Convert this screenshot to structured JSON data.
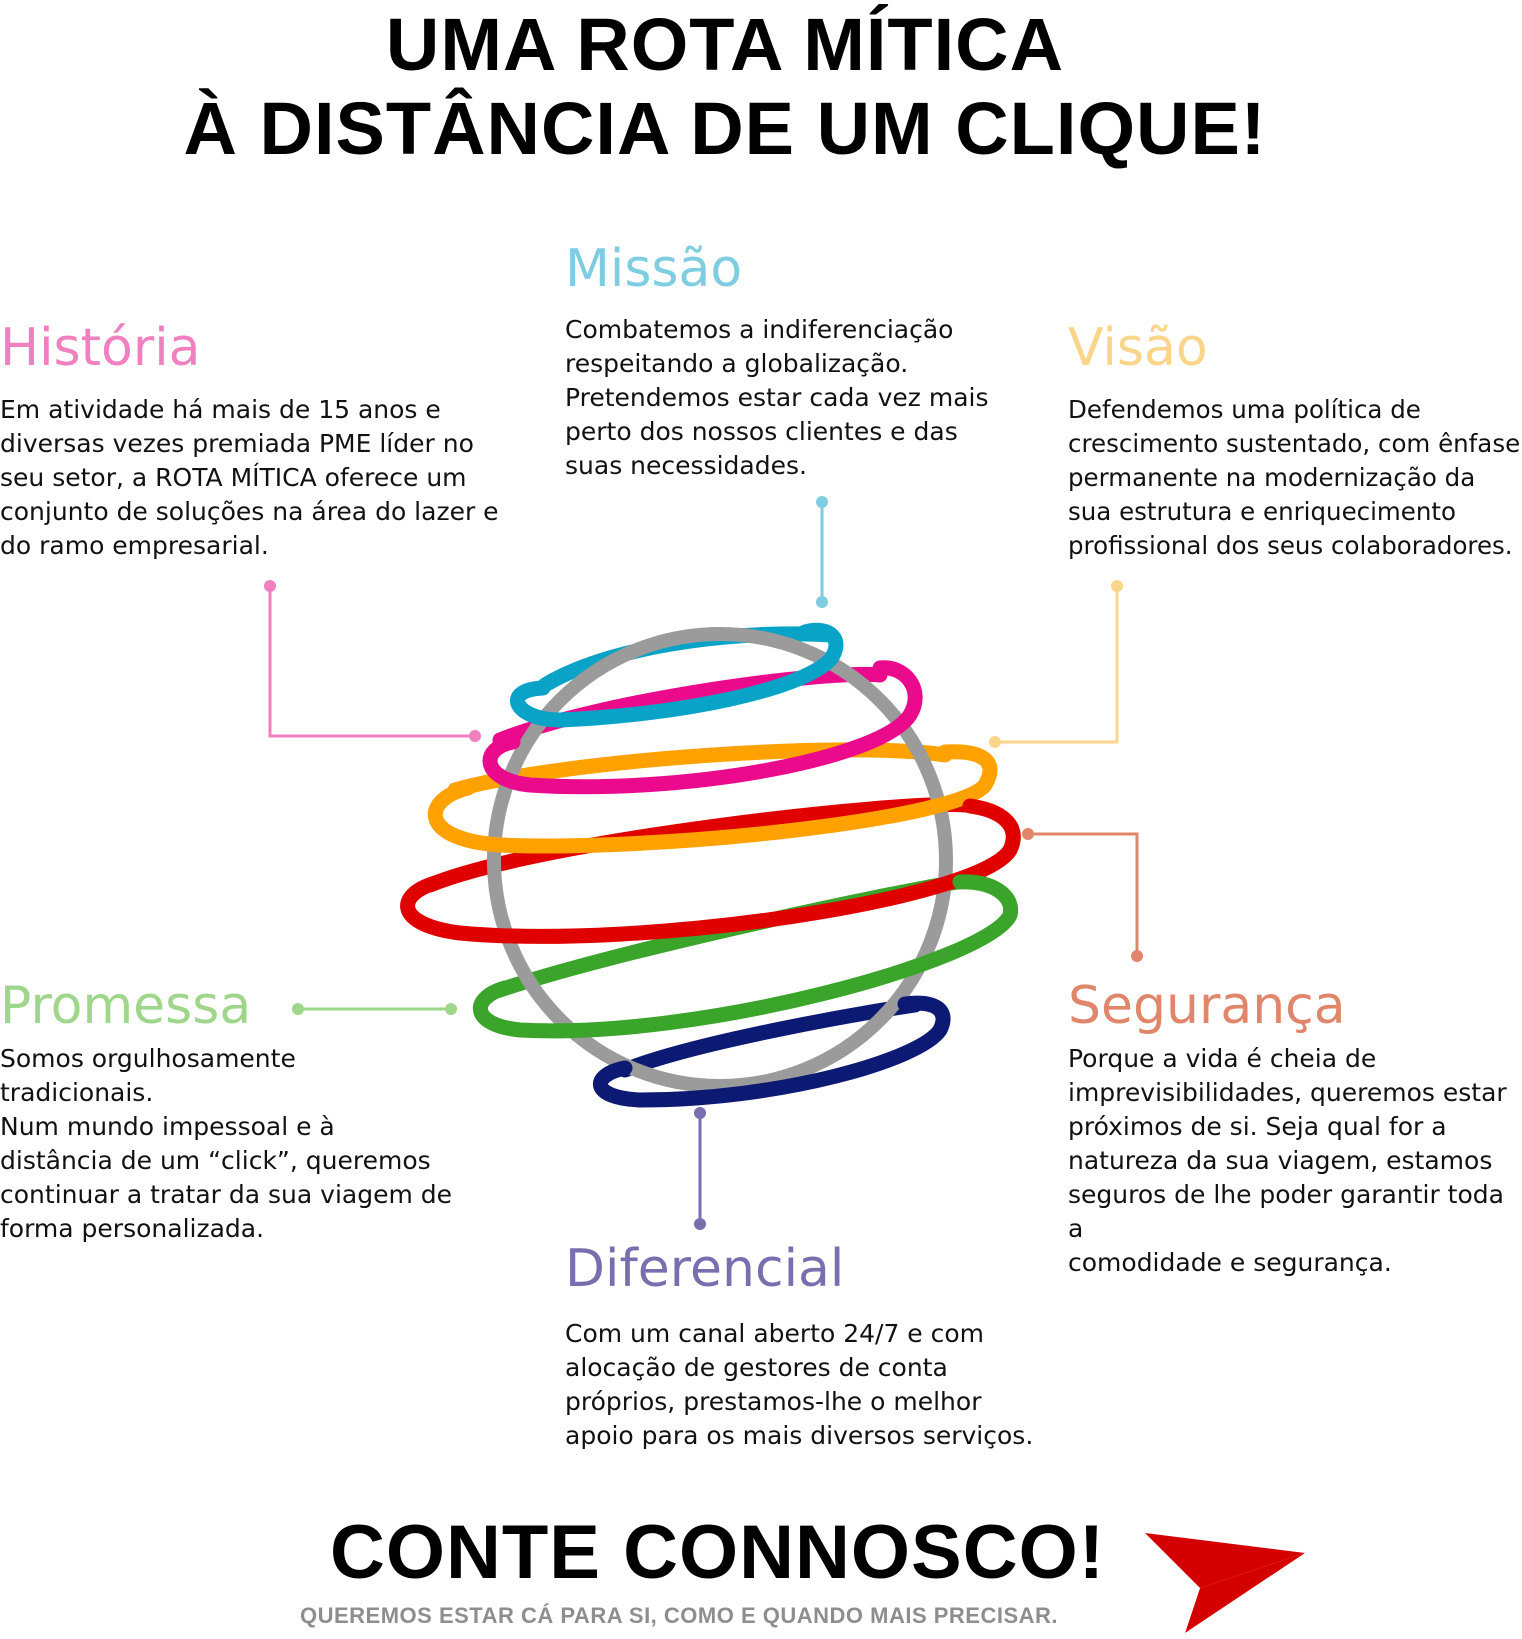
{
  "title": {
    "line1": "UMA ROTA MÍTICA",
    "line2": "À DISTÂNCIA DE UM CLIQUE!"
  },
  "sections": {
    "historia": {
      "heading": "História",
      "color": "#f080c0",
      "text": "Em atividade há mais de 15 anos e\ndiversas vezes premiada PME líder no\nseu setor, a ROTA MÍTICA oferece um\nconjunto de soluções na área do lazer e\ndo ramo empresarial."
    },
    "missao": {
      "heading": "Missão",
      "color": "#7fcde0",
      "text": "Combatemos a indiferenciação\nrespeitando a globalização.\nPretendemos estar cada vez mais\nperto dos nossos clientes e das\nsuas necessidades."
    },
    "visao": {
      "heading": "Visão",
      "color": "#fbd58a",
      "text": "Defendemos uma política de\ncrescimento sustentado, com ênfase\npermanente na modernização da\nsua estrutura e enriquecimento\nprofissional dos seus colaboradores."
    },
    "promessa": {
      "heading": "Promessa",
      "color": "#9fd68c",
      "text": "Somos orgulhosamente\ntradicionais.\nNum mundo impessoal e à\ndistância de um “click”, queremos\ncontinuar a tratar da sua viagem de\nforma personalizada."
    },
    "seguranca": {
      "heading": "Segurança",
      "color": "#e0866a",
      "text": "Porque a vida é cheia de\nimprevisibilidades, queremos estar\npróximos de si. Seja qual for a\nnatureza da sua viagem, estamos\nseguros de lhe poder garantir toda a\ncomodidade e segurança."
    },
    "diferencial": {
      "heading": "Diferencial",
      "color": "#7a6fae",
      "text": "Com um canal aberto 24/7 e com\nalocação de gestores de conta\npróprios, prestamos-lhe o melhor\napoio para os mais diversos serviços."
    }
  },
  "globe": {
    "circle_color": "#9b9b9b",
    "ring_colors": [
      "#0aa3c8",
      "#ec0a8c",
      "#ffa200",
      "#e00000",
      "#3aa52a",
      "#0d1a73"
    ]
  },
  "footer": {
    "cta": "CONTE CONNOSCO!",
    "tagline": "QUEREMOS ESTAR CÁ PARA SI, COMO E QUANDO MAIS PRECISAR.",
    "logo_color": "#d40000"
  }
}
